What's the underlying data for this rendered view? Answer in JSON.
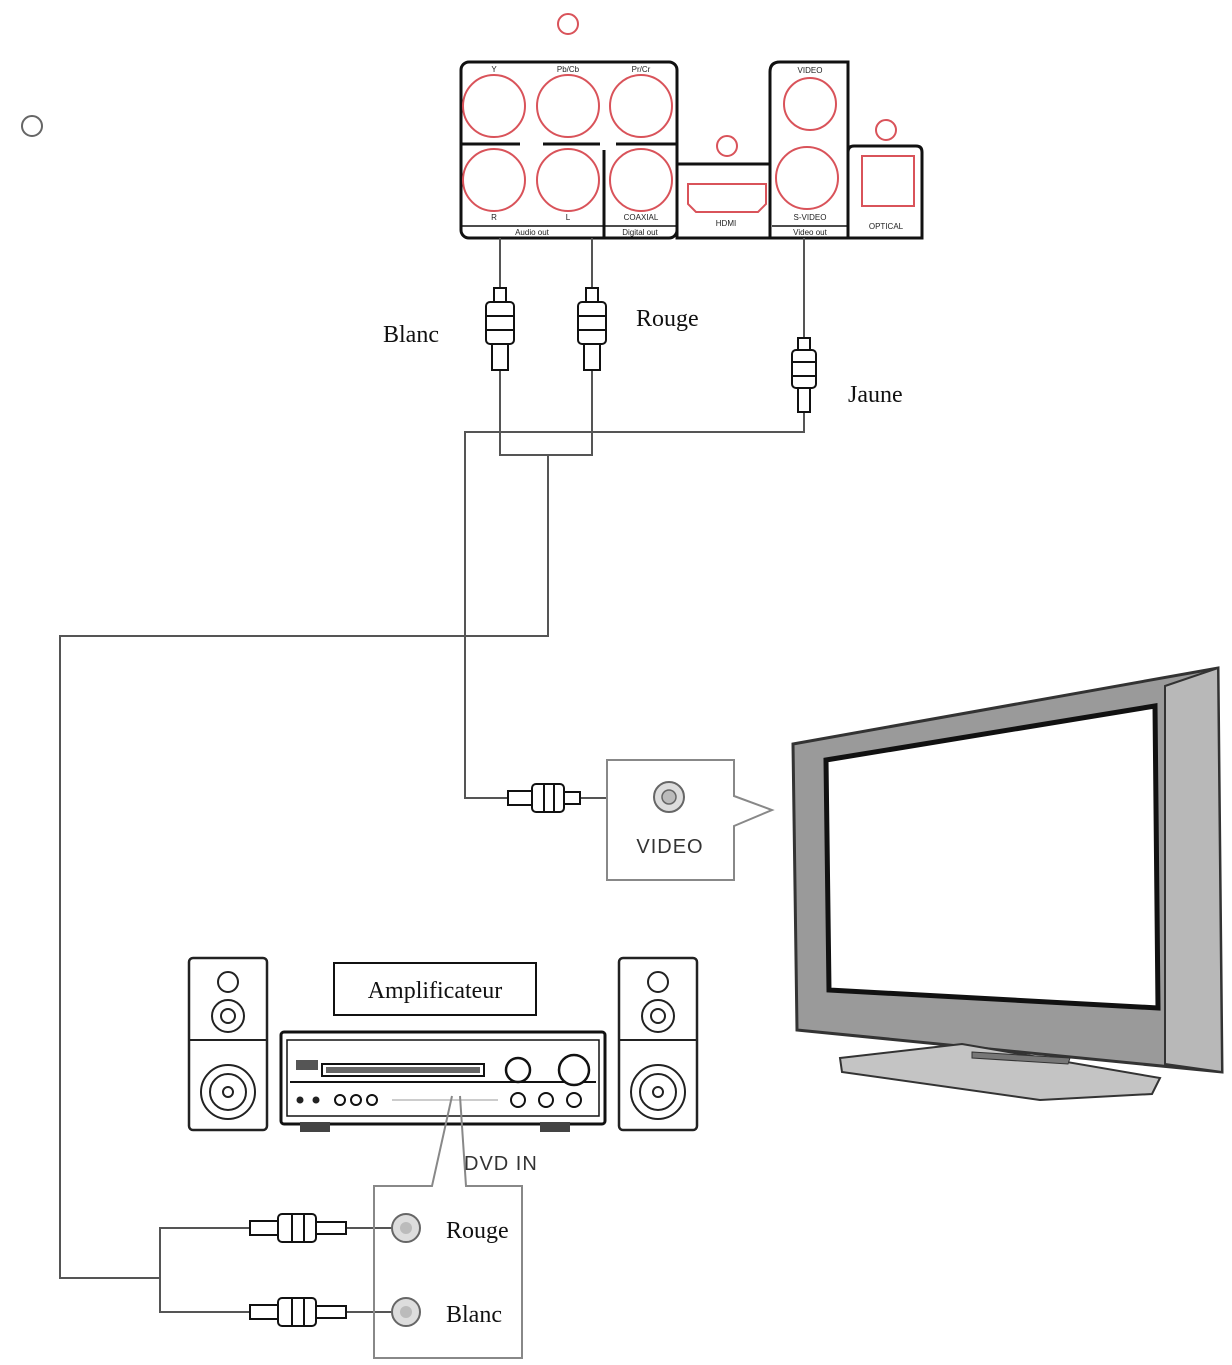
{
  "player": {
    "top_labels": [
      "Y",
      "Pb/Cb",
      "Pr/Cr"
    ],
    "bottom_labels": [
      "R",
      "L",
      "COAXIAL"
    ],
    "group_audio": "Audio out",
    "group_digital": "Digital out",
    "hdmi": "HDMI",
    "video_top": "VIDEO",
    "video_bottom": "S-VIDEO",
    "group_video": "Video out",
    "optical": "OPTICAL"
  },
  "cables": {
    "white": "Blanc",
    "red": "Rouge",
    "yellow": "Jaune"
  },
  "tv_input": {
    "label": "VIDEO"
  },
  "amplifier": {
    "title": "Amplificateur",
    "input_label": "DVD IN",
    "jack_red": "Rouge",
    "jack_white": "Blanc"
  },
  "colors": {
    "accent": "#d9535a",
    "line": "#111111"
  }
}
